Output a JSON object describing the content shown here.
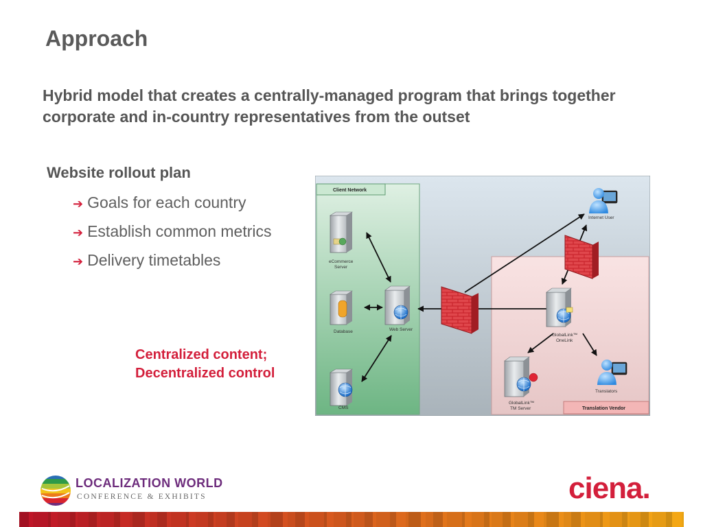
{
  "slide": {
    "title": "Approach",
    "subtitle": "Hybrid model that creates a centrally-managed program that brings together corporate and in-country representatives from the outset",
    "plan_heading": "Website rollout plan",
    "bullets": [
      {
        "text": "Goals for each country",
        "icon": "arrow-right-icon"
      },
      {
        "text": "Establish common metrics",
        "icon": "arrow-right-icon"
      },
      {
        "text": "Delivery timetables",
        "icon": "arrow-right-icon"
      }
    ],
    "callout": {
      "line1": "Centralized content;",
      "line2": "Decentralized control"
    }
  },
  "diagram": {
    "client_network_label": "Client Network",
    "translation_vendor_label": "Translation Vendor",
    "nodes": {
      "ecommerce": {
        "line1": "eCommerce",
        "line2": "Server"
      },
      "database": "Database",
      "web_server": "Web Server",
      "cms": "CMS",
      "internet_user": "Internet User",
      "globallink_onelink": {
        "line1": "GlobalLink™",
        "line2": "OneLink"
      },
      "globallink_tm": {
        "line1": "GlobalLink™",
        "line2": "TM Server"
      },
      "translators": "Translators"
    }
  },
  "footer": {
    "localization_world": {
      "line1": "LOCALIZATION WORLD",
      "line2": "CONFERENCE & EXHIBITS"
    },
    "ciena": "ciena."
  },
  "colors": {
    "accent_red": "#d31f3b",
    "heading_gray": "#5a5a5a",
    "client_network_green": "#7cc28f",
    "vendor_pink": "#f2c4c4"
  }
}
